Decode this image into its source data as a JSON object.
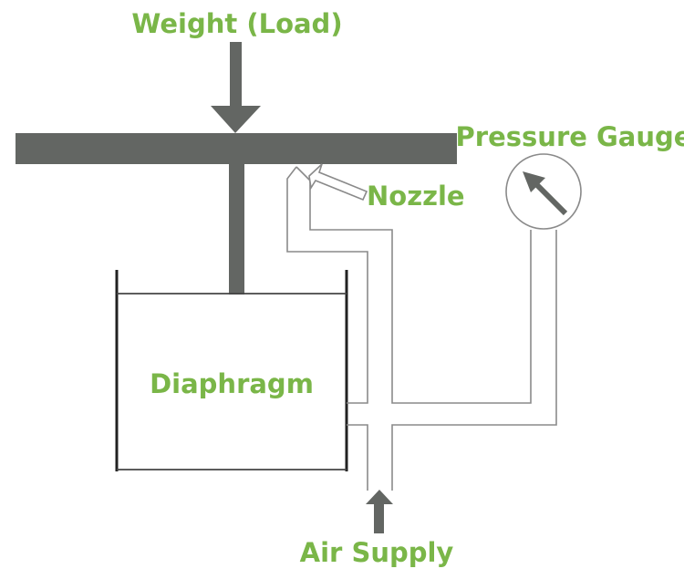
{
  "labels": {
    "weight": "Weight (Load)",
    "pressure_gauge": "Pressure Gauge",
    "nozzle": "Nozzle",
    "diaphragm": "Diaphragm",
    "air_supply": "Air Supply"
  },
  "colors": {
    "label_green": "#7ab648",
    "bar_gray": "#636663",
    "outline_gray": "#8a8a8a",
    "line_black": "#222222"
  }
}
